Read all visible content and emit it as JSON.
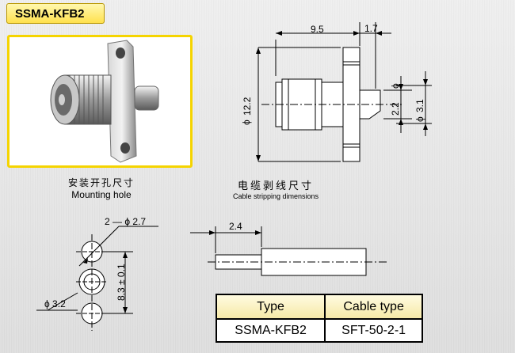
{
  "title": "SSMA-KFB2",
  "mounting": {
    "cn": "安装开孔尺寸",
    "en": "Mounting hole"
  },
  "stripping": {
    "cn": "电缆剥线尺寸",
    "en": "Cable stripping dimensions"
  },
  "side_dims": {
    "length": "9.5",
    "flange": "1.7",
    "body_dia": "12.2",
    "phi": "ϕ",
    "pin_dia": "2.2",
    "shell_dia": "3.1"
  },
  "hole_dims": {
    "holes": "2 — ϕ 2.7",
    "spacing": "8.3 ± 0.1",
    "center": "ϕ 3.2"
  },
  "strip_dims": {
    "length": "2.4"
  },
  "table": {
    "headers": [
      "Type",
      "Cable type"
    ],
    "rows": [
      [
        "SSMA-KFB2",
        "SFT-50-2-1"
      ]
    ]
  }
}
